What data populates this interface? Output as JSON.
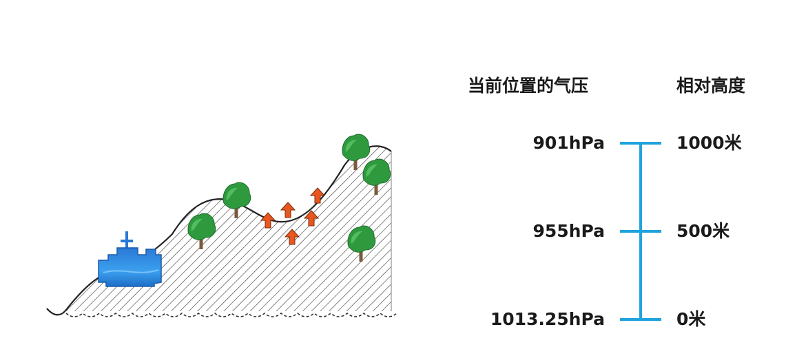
{
  "headers": {
    "pressure_title": "当前位置的气压",
    "altitude_title": "相对高度"
  },
  "levels": [
    {
      "pressure": "901hPa",
      "altitude": "1000米"
    },
    {
      "pressure": "955hPa",
      "altitude": "500米"
    },
    {
      "pressure": "1013.25hPa",
      "altitude": "0米"
    }
  ],
  "colors": {
    "scale_line": "#1fa3dc",
    "text": "#1a1a1a",
    "arrow": "#e8571f",
    "tree": "#2e9a3d",
    "building": "#2f8fd8"
  },
  "icons": [
    "mountain",
    "building-icon",
    "tree-icon",
    "up-arrow-icon"
  ]
}
